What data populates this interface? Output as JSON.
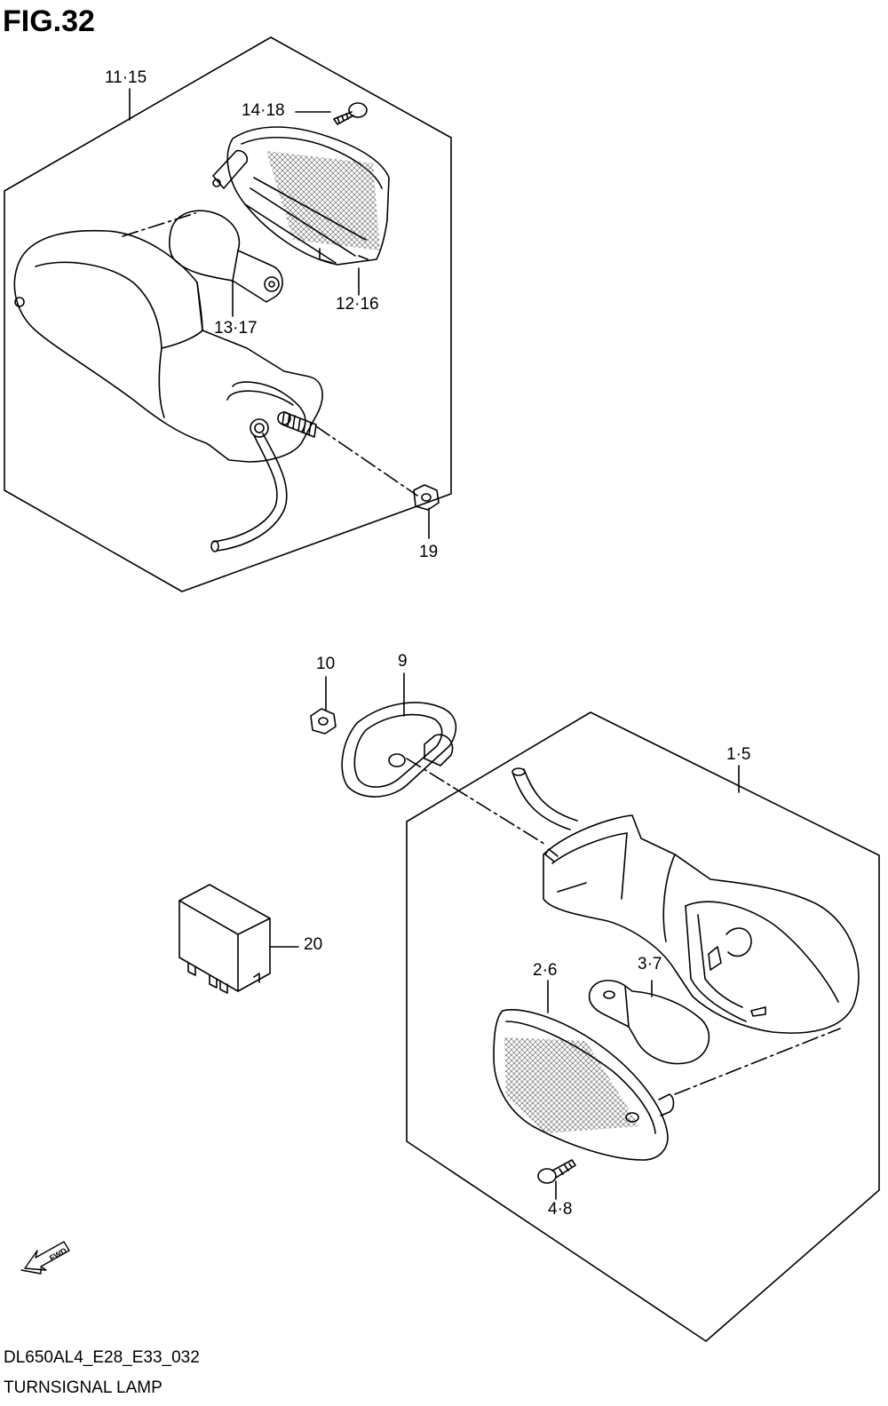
{
  "figure": {
    "title": "FIG.32"
  },
  "callouts": [
    {
      "id": "c1115",
      "text": "11·15"
    },
    {
      "id": "c1418",
      "text": "14·18"
    },
    {
      "id": "c1216",
      "text": "12·16"
    },
    {
      "id": "c1317",
      "text": "13·17"
    },
    {
      "id": "c19",
      "text": "19"
    },
    {
      "id": "c10",
      "text": "10"
    },
    {
      "id": "c9",
      "text": "9"
    },
    {
      "id": "c15",
      "text": "1·5"
    },
    {
      "id": "c20",
      "text": "20"
    },
    {
      "id": "c26",
      "text": "2·6"
    },
    {
      "id": "c37",
      "text": "3·7"
    },
    {
      "id": "c48",
      "text": "4·8"
    }
  ],
  "fwd_label": "FWD",
  "footer": {
    "code": "DL650AL4_E28_E33_032",
    "name": "TURNSIGNAL LAMP"
  },
  "colors": {
    "line": "#000000",
    "background": "#ffffff",
    "hatch": "#555555"
  }
}
